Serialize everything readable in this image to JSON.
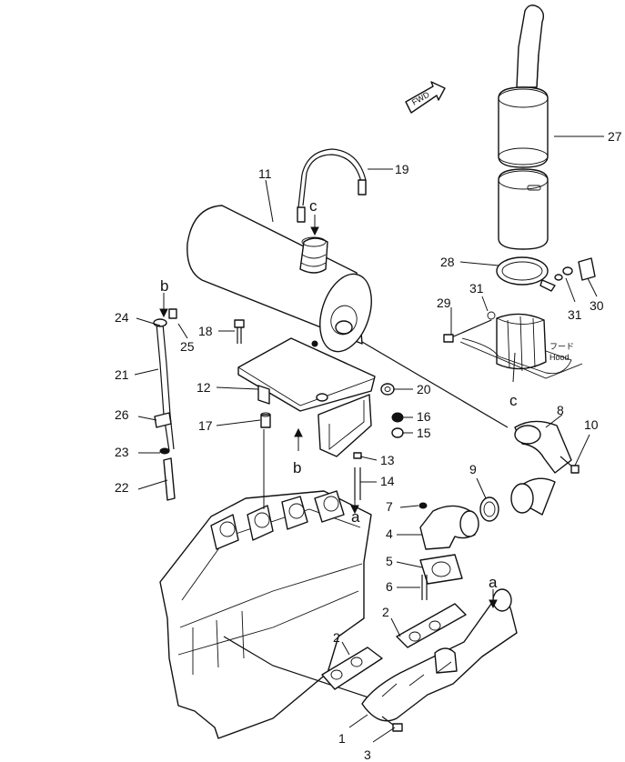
{
  "labels": {
    "fwd": "FWD",
    "hood_jp": "フード",
    "hood": "Hood"
  },
  "letters": {
    "a": "a",
    "b": "b",
    "c": "c"
  },
  "parts": {
    "p1": "1",
    "p2": "2",
    "p3": "3",
    "p4": "4",
    "p5": "5",
    "p6": "6",
    "p7": "7",
    "p8": "8",
    "p9": "9",
    "p10": "10",
    "p11": "11",
    "p12": "12",
    "p13": "13",
    "p14": "14",
    "p15": "15",
    "p16": "16",
    "p17": "17",
    "p18": "18",
    "p19": "19",
    "p20": "20",
    "p21": "21",
    "p22": "22",
    "p23": "23",
    "p24": "24",
    "p25": "25",
    "p26": "26",
    "p27": "27",
    "p28": "28",
    "p29": "29",
    "p30": "30",
    "p31": "31"
  }
}
